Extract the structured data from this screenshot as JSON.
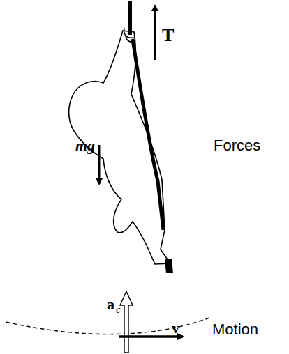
{
  "diagram": {
    "labels": [
      "T",
      "mg",
      "Forces",
      "a",
      "c",
      "v",
      "Motion"
    ]
  }
}
